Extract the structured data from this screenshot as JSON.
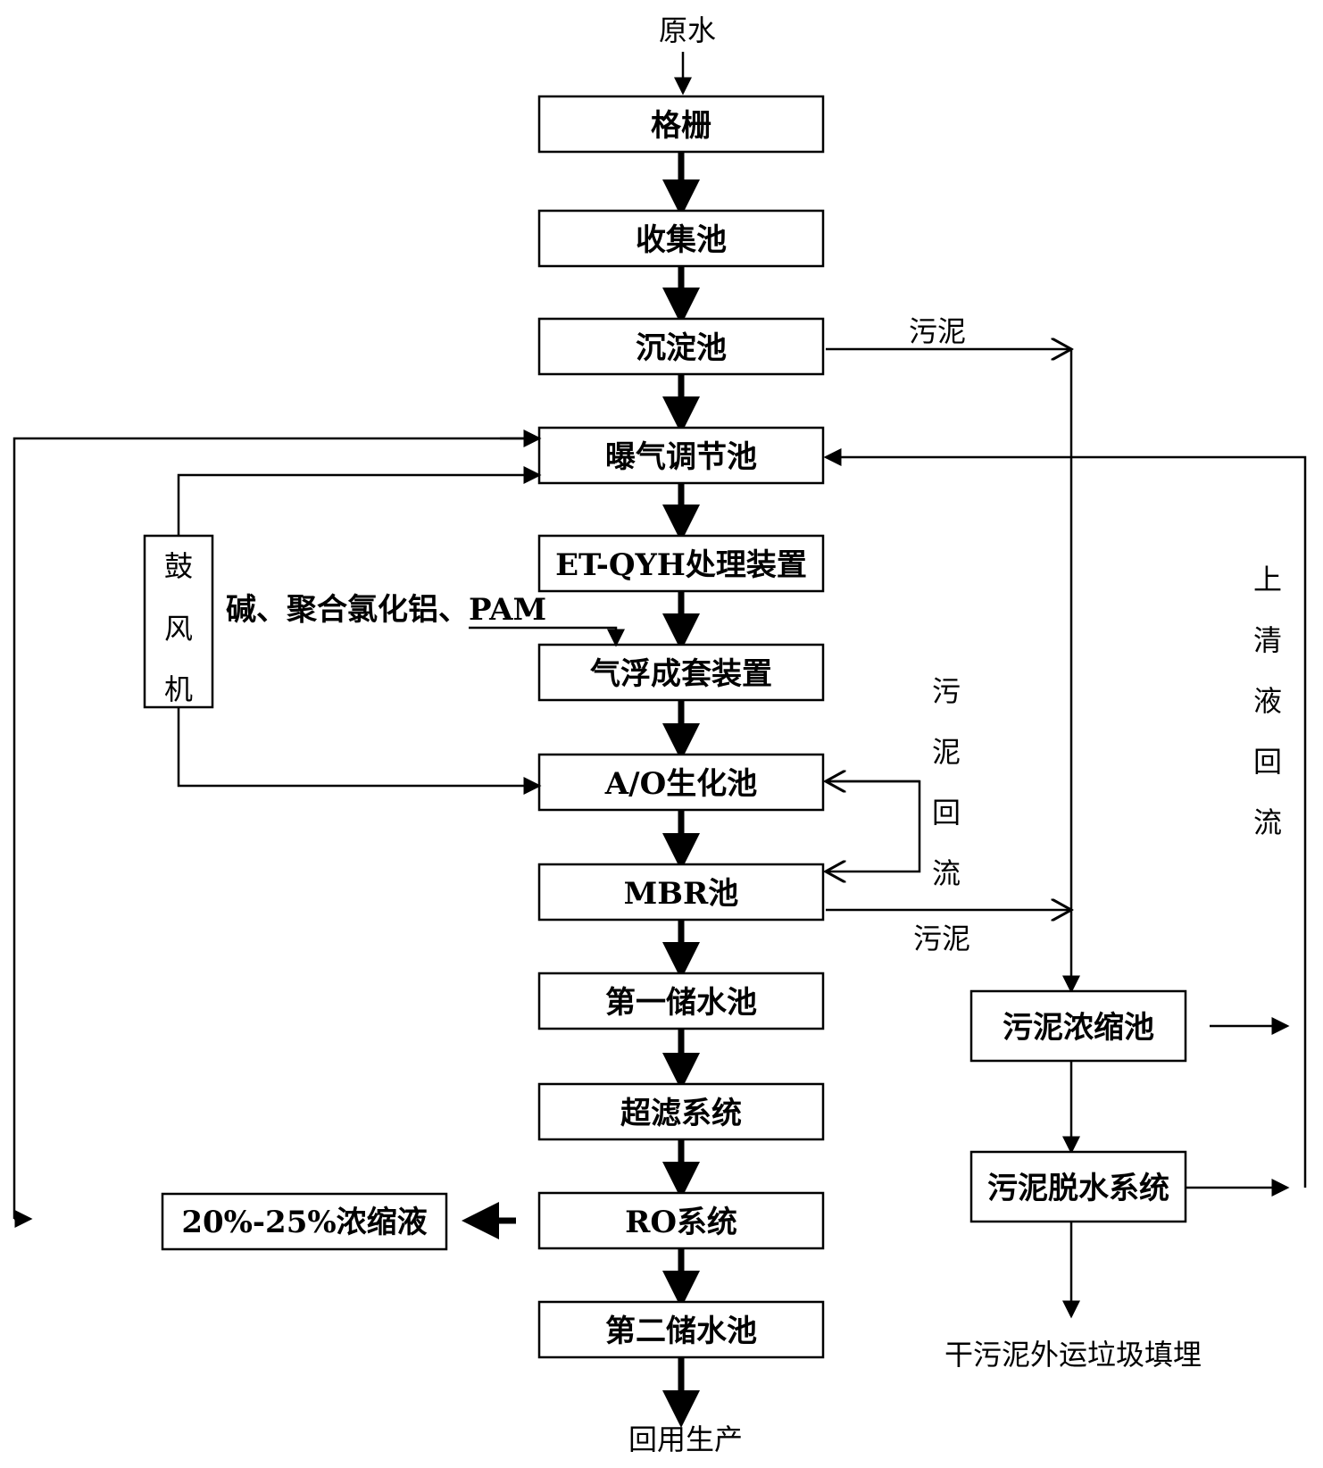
{
  "source": "原水",
  "product": "回用生产",
  "main_steps": [
    "格栅",
    "收集池",
    "沉淀池",
    "曝气调节池",
    "ET-QYH处理装置",
    "气浮成套装置",
    "A/O生化池",
    "MBR池",
    "第一储水池",
    "超滤系统",
    "RO系统",
    "第二储水池"
  ],
  "blower": [
    "鼓",
    "风",
    "机"
  ],
  "chemicals": "碱、聚合氯化铝、PAM",
  "concentrate": "20%-25%浓缩液",
  "sludge_label_top": "污泥",
  "sludge_label_mbr": "污泥",
  "sludge_return": [
    "污",
    "泥",
    "回",
    "流"
  ],
  "supernatant_return": [
    "上",
    "清",
    "液",
    "回",
    "流"
  ],
  "sludge_thickener": "污泥浓缩池",
  "sludge_dewatering": "污泥脱水系统",
  "dry_sludge": "干污泥外运垃圾填埋"
}
